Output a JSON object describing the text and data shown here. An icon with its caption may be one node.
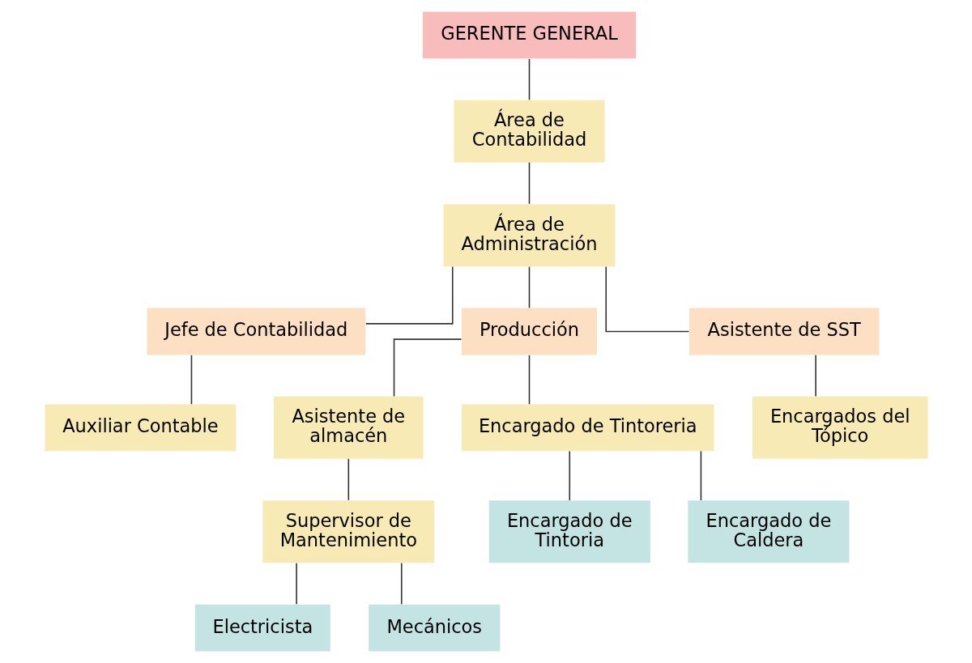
{
  "diagram": {
    "nodes": [
      {
        "text": [
          "GERENTE GENERAL"
        ]
      },
      {
        "text": [
          "Área de Contabilidad"
        ]
      },
      {
        "text": [
          "Área de Administración"
        ]
      },
      {
        "text": [
          "Jefe de Contabilidad"
        ]
      },
      {
        "text": [
          "Producción"
        ]
      },
      {
        "text": [
          "Asistente de SST"
        ]
      },
      {
        "text": [
          "Auxiliar Contable"
        ]
      },
      {
        "text": [
          "Asistente de almacén"
        ]
      },
      {
        "text": [
          "Encargado de Tintoreria"
        ]
      },
      {
        "text": [
          "Encargados del Tópico"
        ]
      },
      {
        "text": [
          "Supervisor de Mantenimiento"
        ]
      },
      {
        "text": [
          "Encargado de Tintoria"
        ]
      },
      {
        "text": [
          "Encargado de Caldera"
        ]
      },
      {
        "text": [
          "Electricista"
        ]
      },
      {
        "text": [
          "Mecánicos"
        ]
      }
    ],
    "edges": [
      {
        "from": 0,
        "to": 1,
        "arrow": "none"
      },
      {
        "from": 1,
        "to": 2,
        "arrow": "none"
      },
      {
        "from": 2,
        "to": 3,
        "arrow": "none"
      },
      {
        "from": 2,
        "to": 4,
        "arrow": "none"
      },
      {
        "from": 2,
        "to": 5,
        "arrow": "none"
      },
      {
        "from": 3,
        "to": 6,
        "arrow": "none"
      },
      {
        "from": 4,
        "to": 7,
        "arrow": "none"
      },
      {
        "from": 4,
        "to": 8,
        "arrow": "none"
      },
      {
        "from": 5,
        "to": 9,
        "arrow": "none"
      },
      {
        "from": 7,
        "to": 10,
        "arrow": "none"
      },
      {
        "from": 8,
        "to": 11,
        "arrow": "none"
      },
      {
        "from": 8,
        "to": 12,
        "arrow": "none"
      },
      {
        "from": 10,
        "to": 13,
        "arrow": "none"
      },
      {
        "from": 10,
        "to": 14,
        "arrow": "none"
      }
    ]
  }
}
